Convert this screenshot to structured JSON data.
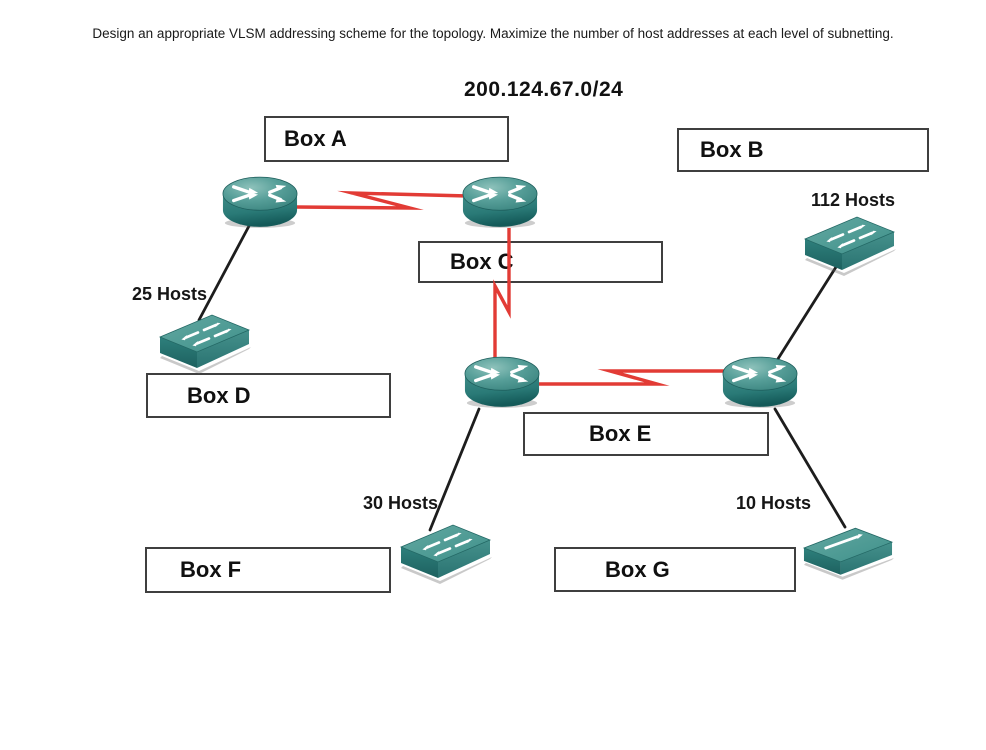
{
  "title": "Design an appropriate VLSM addressing scheme for the topology.  Maximize the number of host addresses at each level of subnetting.",
  "network_address": "200.124.67.0/24",
  "boxes": {
    "a": "Box A",
    "b": "Box B",
    "c": "Box C",
    "d": "Box D",
    "e": "Box E",
    "f": "Box F",
    "g": "Box G"
  },
  "host_labels": {
    "lan25": "25 Hosts",
    "lan112": "112 Hosts",
    "lan30": "30 Hosts",
    "lan10": "10 Hosts"
  },
  "icons": {
    "router": "router-icon",
    "switch": "switch-icon",
    "hub": "hub-icon"
  },
  "colors": {
    "device_teal_top": "#4f9a94",
    "device_teal_front": "#2e7f7b",
    "serial_link_red": "#e23b35",
    "lan_link_black": "#1d1d1d",
    "box_border": "#3f3f3f"
  }
}
